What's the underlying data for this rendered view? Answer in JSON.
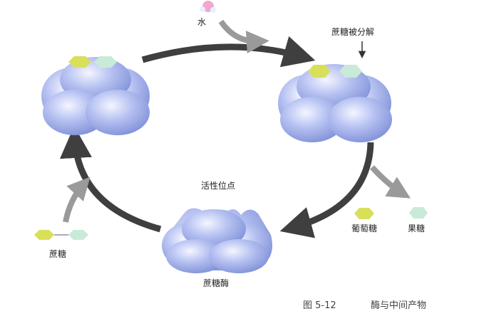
{
  "labels": {
    "water": "水",
    "sucrose_split": "蔗糖被分解",
    "active_site": "活性位点",
    "glucose": "葡萄糖",
    "fructose": "果糖",
    "sucrose": "蔗糖",
    "sucrase": "蔗糖酶"
  },
  "caption": {
    "number": "图 5-12",
    "title": "酶与中间产物"
  },
  "colors": {
    "enzyme": "#a9b7ee",
    "glucose": "#d8e05a",
    "fructose": "#c9ead9",
    "cycle_arrow": "#3f3f3f",
    "side_arrow": "#9a9a9a"
  }
}
